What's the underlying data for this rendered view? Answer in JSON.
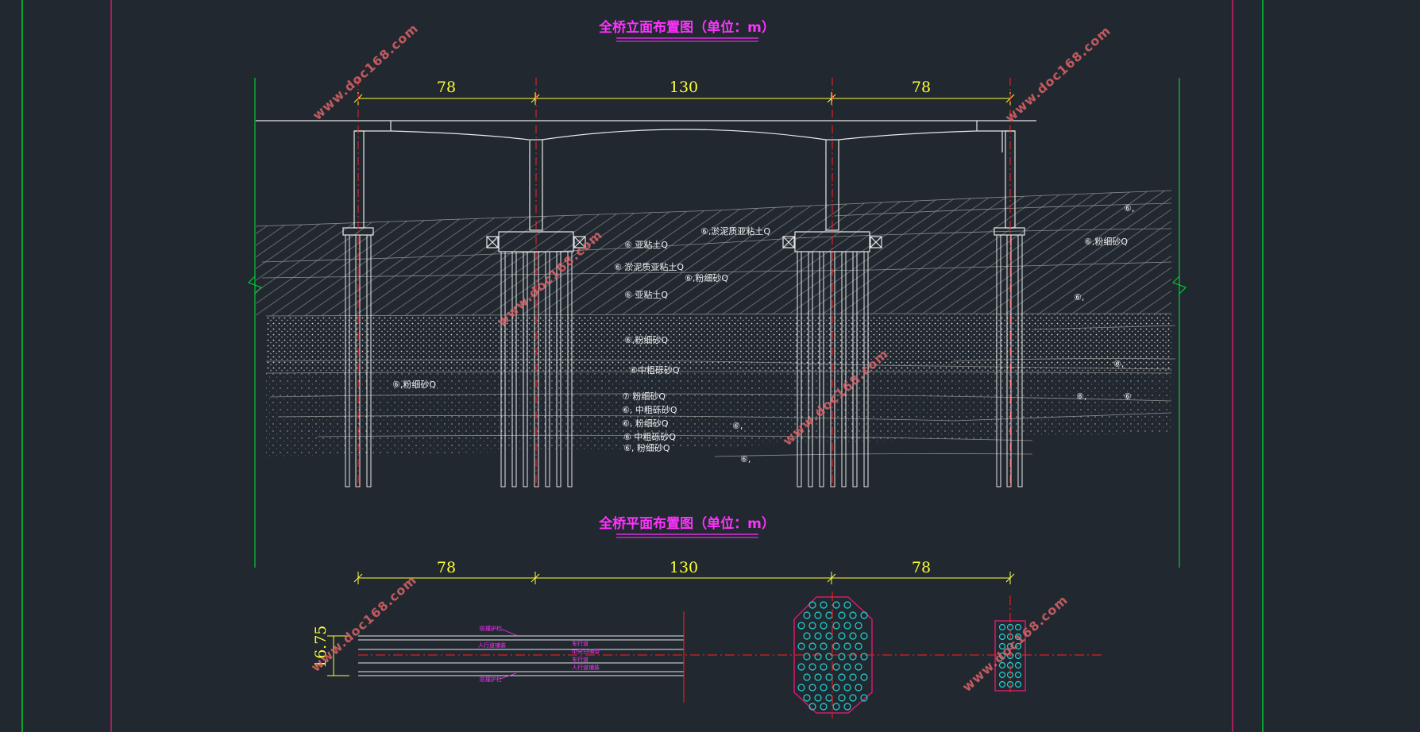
{
  "colors": {
    "background": "#212830",
    "frame_green": "#00cc33",
    "frame_magenta": "#d11c6b",
    "title_magenta": "#ff33ff",
    "dimension_yellow": "#ffff33",
    "centerline_red": "#ff2020",
    "structure_white": "#e8e8e8",
    "soil_gray": "#9a9a9a",
    "pile_cyan": "#22d3d3",
    "watermark": "#e0656a"
  },
  "elevation": {
    "title": "全桥立面布置图（单位：m）",
    "spans": [
      "78",
      "130",
      "78"
    ],
    "soil_labels": [
      "⑥,淤泥质亚粘土Q",
      "⑥ 亚粘土Q",
      "⑥ 淤泥质亚粘土Q",
      "⑥,粉细砂Q",
      "⑥ 亚粘土Q",
      "⑥,粉细砂Q",
      "⑥中粗砾砂Q",
      "⑥,粉细砂Q",
      "⑦ 粉细砂Q",
      "⑥, 中粗砾砂Q",
      "⑥, 粉细砂Q",
      "⑥,",
      "⑥ 中粗砾砂Q",
      "⑥, 粉细砂Q",
      "⑥,",
      "⑥,",
      "⑥,粉细砂Q",
      "⑥,",
      "⑥,",
      "⑥,",
      "⑥"
    ]
  },
  "plan": {
    "title": "全桥平面布置图（单位：m）",
    "spans": [
      "78",
      "130",
      "78"
    ],
    "width_label": "16.75",
    "deck_labels": [
      "防撞护栏",
      "人行道铺装",
      "车行道",
      "中央分隔带",
      "车行道",
      "人行道铺装",
      "防撞护栏"
    ]
  },
  "watermark": "www.doc168.com"
}
